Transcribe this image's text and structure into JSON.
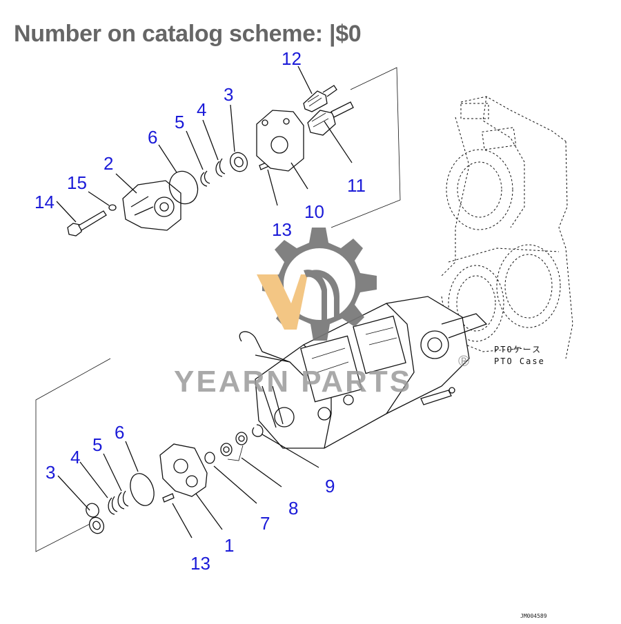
{
  "heading": "Number on catalog scheme: |$0",
  "watermark": {
    "brand": "YEARN PARTS",
    "registered": "®",
    "gear_color": "#777777",
    "accent_color": "#f2c27a"
  },
  "case_label": {
    "japanese": "PTOケース",
    "english": "PTO Case"
  },
  "drawing_code": "JM004589",
  "callout_color": "#1a1ad8",
  "callouts_top": [
    "12",
    "3",
    "4",
    "5",
    "6",
    "2",
    "15",
    "14",
    "11",
    "13",
    "10"
  ],
  "callouts_bottom": [
    "6",
    "5",
    "4",
    "3",
    "9",
    "8",
    "7",
    "1",
    "13"
  ]
}
